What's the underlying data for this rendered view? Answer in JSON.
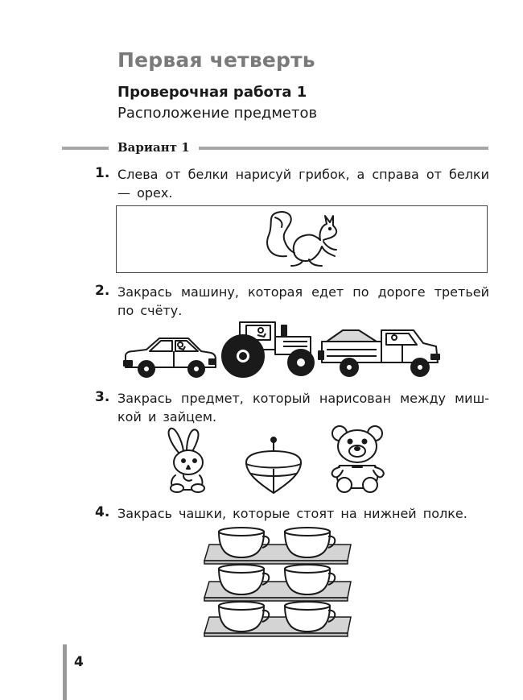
{
  "header": {
    "quarter_title": "Первая четверть",
    "work_title": "Проверочная работа 1",
    "work_subtitle": "Расположение предметов"
  },
  "variant": {
    "label": "Вариант  1"
  },
  "tasks": [
    {
      "number": "1.",
      "text": "Слева от белки нарисуй грибок, а справа от бел­ки — орех."
    },
    {
      "number": "2.",
      "text": "Закрась машину, которая едет по дороге третьей по счёту."
    },
    {
      "number": "3.",
      "text": "Закрась предмет, который нарисован между миш­кой и зайцем."
    },
    {
      "number": "4.",
      "text": "Закрась чашки, которые стоят на нижней полке."
    }
  ],
  "footer": {
    "page_number": "4"
  },
  "colors": {
    "heading_gray": "#7a7a7a",
    "rule_gray": "#a6a6a6",
    "ink": "#1a1a1a"
  }
}
